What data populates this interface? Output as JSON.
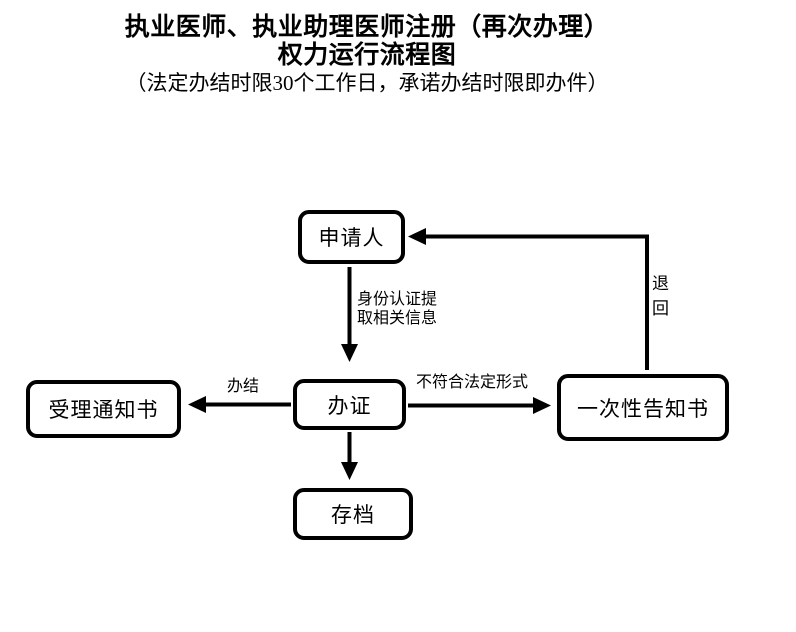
{
  "title": {
    "line1": "执业医师、执业助理医师注册（再次办理）",
    "line2": "权力运行流程图",
    "note": "（法定办结时限30个工作日，承诺办结时限即办件）"
  },
  "flowchart": {
    "line_color": "#000000",
    "background": "#ffffff",
    "nodes": [
      {
        "id": "applicant",
        "label": "申请人"
      },
      {
        "id": "process",
        "label": "办证"
      },
      {
        "id": "acceptance_notice",
        "label": "受理通知书"
      },
      {
        "id": "one_time_notice",
        "label": "一次性告知书"
      },
      {
        "id": "archive",
        "label": "存档"
      }
    ],
    "edges": [
      {
        "from": "applicant",
        "to": "process",
        "label": "身份认证提\n取相关信息"
      },
      {
        "from": "process",
        "to": "acceptance_notice",
        "label": "办结"
      },
      {
        "from": "process",
        "to": "one_time_notice",
        "label": "不符合法定形式"
      },
      {
        "from": "process",
        "to": "archive",
        "label": ""
      },
      {
        "from": "one_time_notice",
        "to": "applicant",
        "label": "退\n回"
      }
    ]
  }
}
